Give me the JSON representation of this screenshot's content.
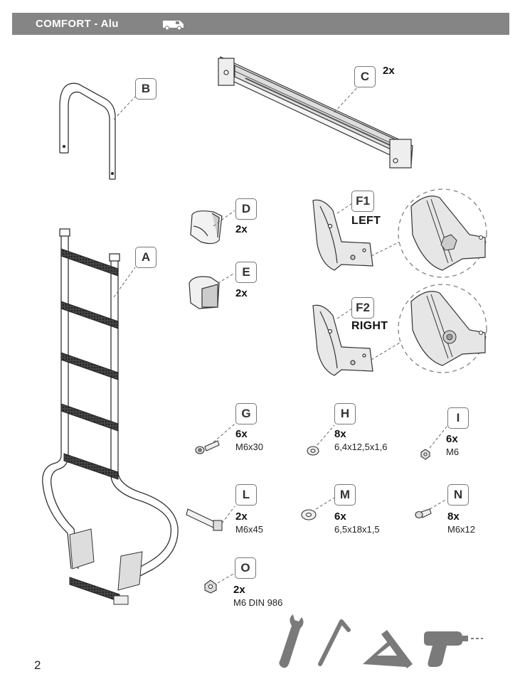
{
  "header": {
    "title": "COMFORT - Alu",
    "icon": "van-icon"
  },
  "parts": {
    "A": {
      "label": "A"
    },
    "B": {
      "label": "B"
    },
    "C": {
      "label": "C",
      "qty": "2x"
    },
    "D": {
      "label": "D",
      "qty": "2x"
    },
    "E": {
      "label": "E",
      "qty": "2x"
    },
    "F1": {
      "label": "F1",
      "side": "LEFT"
    },
    "F2": {
      "label": "F2",
      "side": "RIGHT"
    },
    "G": {
      "label": "G",
      "qty": "6x",
      "spec": "M6x30"
    },
    "H": {
      "label": "H",
      "qty": "8x",
      "spec": "6,4x12,5x1,6"
    },
    "I": {
      "label": "I",
      "qty": "6x",
      "spec": "M6"
    },
    "L": {
      "label": "L",
      "qty": "2x",
      "spec": "M6x45"
    },
    "M": {
      "label": "M",
      "qty": "6x",
      "spec": "6,5x18x1,5"
    },
    "N": {
      "label": "N",
      "qty": "8x",
      "spec": "M6x12"
    },
    "O": {
      "label": "O",
      "qty": "2x",
      "spec": "M6 DIN 986"
    }
  },
  "tools": [
    "wrench-icon",
    "hex-key-icon",
    "square-icon",
    "drill-icon"
  ],
  "colors": {
    "header_bg": "#858585",
    "line": "#333333",
    "step": "#3a3a3a",
    "tool": "#7a7a7a"
  },
  "page_number": "2"
}
